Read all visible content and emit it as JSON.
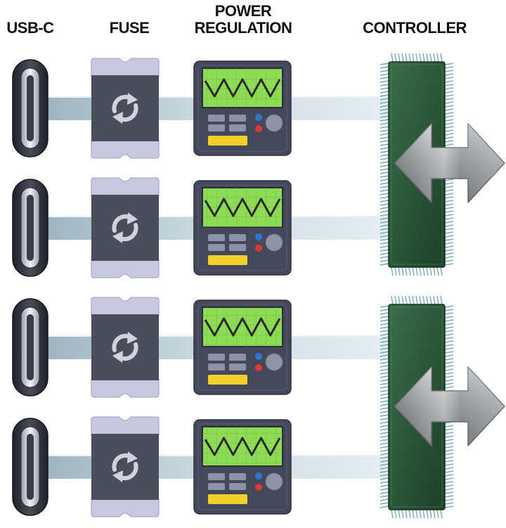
{
  "headers": {
    "usbc": "USB-C",
    "fuse": "FUSE",
    "power": "POWER\nREGULATION",
    "controller": "CONTROLLER"
  },
  "channel_count": 4,
  "controller_count": 2,
  "icons": {
    "port": "usb-c-port-icon",
    "fuse": "fuse-icon",
    "power": "oscilloscope-power-regulator-icon",
    "controller": "microcontroller-chip-icon",
    "arrow": "bidirectional-arrow-icon"
  },
  "colors": {
    "port_outer": "#2e2f3a",
    "port_inner": "#e6e6e6",
    "fuse_caps": "#c8c9e0",
    "fuse_body": "#4a4d5c",
    "rotate_symbol": "#d0d3dc",
    "device_body": "#45485a",
    "screen": "#8edb56",
    "waveform": "#2a2a2a",
    "button_blue": "#2a78d6",
    "button_red": "#e03a2f",
    "knob": "#8f93a8",
    "slot_yellow": "#f2d02c",
    "chip_body": "#2a5a3a",
    "trace": "#c9d5dc",
    "arrow": "#b0b3b6"
  }
}
